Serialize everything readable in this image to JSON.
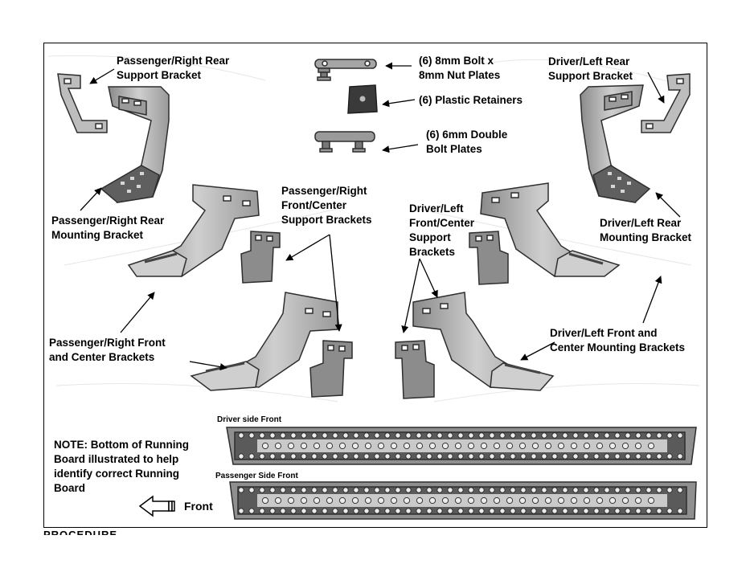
{
  "labels": {
    "pass_rear_support": "Passenger/Right Rear\nSupport Bracket",
    "bolt_8mm": "(6) 8mm Bolt x\n8mm Nut Plates",
    "plastic_retainers": "(6) Plastic Retainers",
    "double_bolt": "(6) 6mm Double\nBolt Plates",
    "driver_rear_support": "Driver/Left Rear\nSupport Bracket",
    "pass_rear_mount": "Passenger/Right Rear\nMounting Bracket",
    "pass_front_support": "Passenger/Right\nFront/Center\nSupport Brackets",
    "driver_front_support": "Driver/Left\nFront/Center\nSupport\nBrackets",
    "driver_rear_mount": "Driver/Left Rear\nMounting Bracket",
    "pass_front_center": "Passenger/Right Front\nand Center Brackets",
    "driver_front_center": "Driver/Left Front and\nCenter Mounting Brackets",
    "driver_side_front": "Driver side Front",
    "passenger_side_front": "Passenger Side Front",
    "note": "NOTE: Bottom of Running\nBoard illustrated to help\nidentify correct Running\nBoard",
    "front": "Front",
    "procedure_cut": "PROCEDURE"
  },
  "icons": {
    "front_arrow": "left-arrow-icon"
  },
  "colors": {
    "metal_light": "#c2c2c2",
    "metal_dark": "#7a7a7a",
    "outline": "#2e2e2e",
    "retainer": "#3a3a3a"
  }
}
